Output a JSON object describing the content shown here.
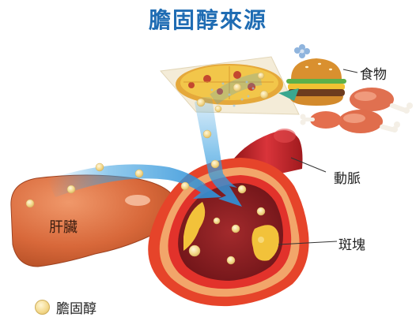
{
  "title": "膽固醇來源",
  "colors": {
    "title": "#1f6cb3",
    "arrow": "#3aa0e0",
    "liver": "#d8683a",
    "artery": "#c8262c",
    "plaque": "#f2c23a",
    "cholesterol": "#f3d88a"
  },
  "labels": {
    "food": "食物",
    "artery": "動脈",
    "plaque": "斑塊",
    "liver": "肝臟"
  },
  "legend": {
    "icon": "cholesterol-particle-icon",
    "label": "膽固醇"
  }
}
